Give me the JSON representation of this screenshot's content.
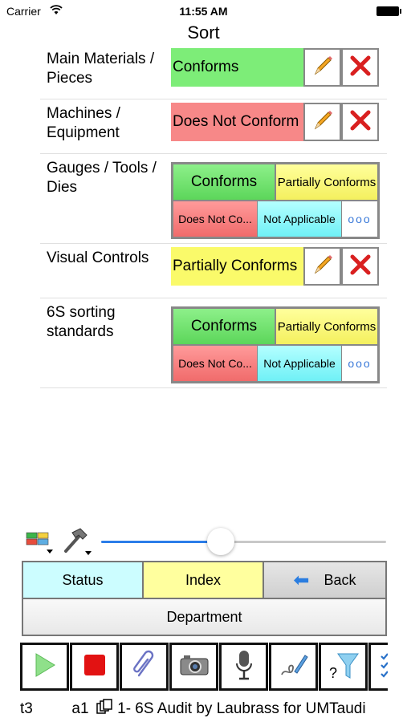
{
  "status_bar": {
    "carrier": "Carrier",
    "time": "11:55 AM"
  },
  "title": "Sort",
  "rows": [
    {
      "label": "Main Materials / Pieces",
      "value": "Conforms",
      "color": "#7ded78"
    },
    {
      "label": "Machines / Equipment",
      "value": "Does Not Conform",
      "color": "#f78888"
    },
    {
      "label": "Gauges / Tools / Dies",
      "options": {
        "conforms": "Conforms",
        "partial": "Partially Conforms",
        "not_conform": "Does Not Co...",
        "na": "Not Applicable",
        "more": "ooo"
      }
    },
    {
      "label": "Visual Controls",
      "value": "Partially Conforms",
      "color": "#fafa6a"
    },
    {
      "label": "6S sorting standards",
      "options": {
        "conforms": "Conforms",
        "partial": "Partially Conforms",
        "not_conform": "Does Not Co...",
        "na": "Not Applicable",
        "more": "ooo"
      }
    }
  ],
  "slider": {
    "value_fraction": 0.42
  },
  "segments": {
    "status": "Status",
    "index": "Index",
    "back": "Back",
    "department": "Department"
  },
  "icons": [
    "play-icon",
    "stop-icon",
    "paperclip-icon",
    "camera-icon",
    "microphone-icon",
    "signature-pen-icon",
    "filter-icon",
    "checklist-icon"
  ],
  "footer": {
    "t": "t3",
    "a": "a1",
    "audit": "1- 6S Audit by Laubrass for UMTaudi"
  },
  "colors": {
    "accent": "#2b7de9",
    "green": "#7ded78",
    "red": "#f78888",
    "yellow": "#fafa6a",
    "cyan": "#8ff3f7"
  }
}
